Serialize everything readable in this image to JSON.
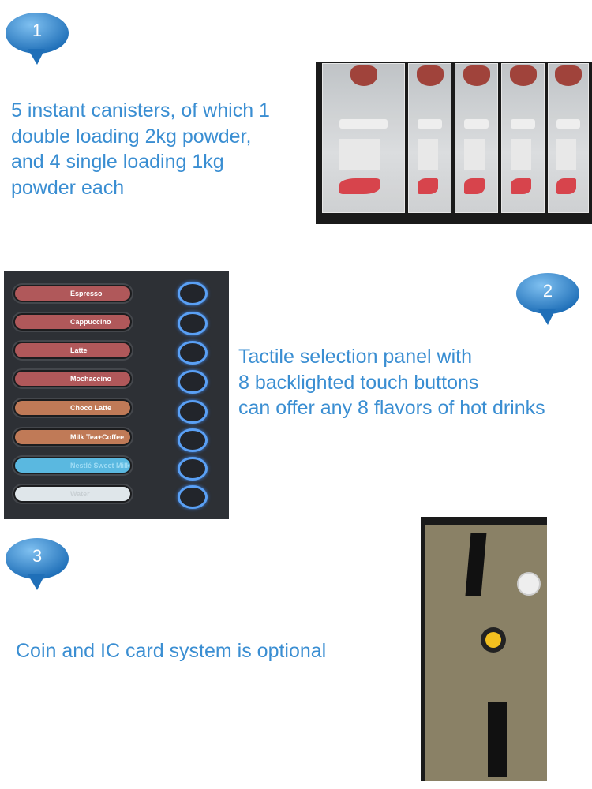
{
  "sections": [
    {
      "number": "1",
      "text_lines": [
        "5 instant canisters, of which 1",
        "double loading 2kg powder,",
        "and 4 single loading 1kg",
        "powder each"
      ]
    },
    {
      "number": "2",
      "text_lines": [
        "Tactile selection panel with",
        "8 backlighted touch buttons",
        "can offer any 8 flavors of hot drinks"
      ]
    },
    {
      "number": "3",
      "text_lines": [
        "Coin and IC card system is optional"
      ]
    }
  ],
  "panel_buttons": [
    {
      "label": "Espresso",
      "color": "#b0585a"
    },
    {
      "label": "Cappuccino",
      "color": "#b0585a"
    },
    {
      "label": "Latte",
      "color": "#b0585a"
    },
    {
      "label": "Mochaccino",
      "color": "#b0585a"
    },
    {
      "label": "Choco Latte",
      "color": "#c07a57"
    },
    {
      "label": "Milk Tea+Coffee",
      "color": "#c07a57"
    },
    {
      "label": "Nestlé Sweet Milk",
      "color": "#5ab8e0"
    },
    {
      "label": "Water",
      "color": "#dfe6ea"
    }
  ],
  "colors": {
    "text": "#3a8ed2",
    "badge": "#2f7fc6"
  }
}
